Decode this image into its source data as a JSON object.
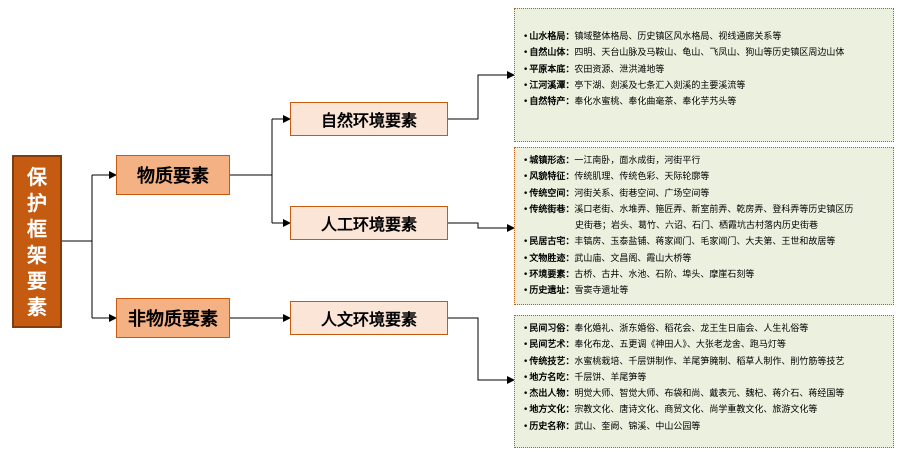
{
  "root": {
    "chars": [
      "保",
      "护",
      "框",
      "架",
      "要",
      "素"
    ]
  },
  "level1": {
    "material": "物质要素",
    "immaterial": "非物质要素"
  },
  "level2": {
    "natural": "自然环境要素",
    "artificial": "人工环境要素",
    "humanistic": "人文环境要素"
  },
  "boxes": {
    "natural": [
      {
        "key": "山水格局：",
        "text": "镇域整体格局、历史镇区风水格局、视线通廊关系等"
      },
      {
        "key": "自然山体：",
        "text": "四明、天台山脉及马鞍山、龟山、飞凤山、狗山等历史镇区周边山体"
      },
      {
        "key": "平原本底：",
        "text": "农田资源、泄洪滩地等"
      },
      {
        "key": "江河溪潭：",
        "text": "亭下湖、剡溪及七条汇入剡溪的主要溪流等"
      },
      {
        "key": "自然特产：",
        "text": "奉化水蜜桃、奉化曲毫茶、奉化芋艿头等"
      }
    ],
    "artificial": [
      {
        "key": "城镇形态：",
        "text": "一江南卧，面水成街，河街平行"
      },
      {
        "key": "风貌特征：",
        "text": "传统肌理、传统色彩、天际轮廓等"
      },
      {
        "key": "传统空间：",
        "text": "河街关系、街巷空间、广场空间等"
      },
      {
        "key": "传统街巷：",
        "text": "溪口老街、水堆弄、箍匠弄、新室前弄、乾房弄、登科弄等历史镇区历"
      },
      {
        "key": "",
        "text": "史街巷；岩头、葛竹、六诏、石门、栖霞坑古村落内历史街巷"
      },
      {
        "key": "民居古宅：",
        "text": "丰镐房、玉泰盐铺、蒋家阊门、毛家阊门、大夫第、王世和故居等"
      },
      {
        "key": "文物胜迹：",
        "text": "武山庙、文昌阁、霞山大桥等"
      },
      {
        "key": "环境要素：",
        "text": "古桥、古井、水池、石阶、埠头、摩崖石刻等"
      },
      {
        "key": "历史遗址：",
        "text": "雪窦寺遗址等"
      }
    ],
    "humanistic": [
      {
        "key": "民间习俗：",
        "text": "奉化婚礼、浙东婚俗、稻花会、龙王生日庙会、人生礼俗等"
      },
      {
        "key": "民间艺术：",
        "text": "奉化布龙、五更调《神田人》、大张老龙舍、跑马灯等"
      },
      {
        "key": "传统技艺：",
        "text": "水蜜桃栽培、千层饼制作、羊尾笋腌制、稻草人制作、削竹筋等技艺"
      },
      {
        "key": "地方名吃：",
        "text": "千层饼、羊尾笋等"
      },
      {
        "key": "杰出人物：",
        "text": "明觉大师、智觉大师、布袋和尚、戴表元、魏杞、蒋介石、蒋经国等"
      },
      {
        "key": "地方文化：",
        "text": "宗教文化、唐诗文化、商贸文化、尚学重教文化、旅游文化等"
      },
      {
        "key": "历史名称：",
        "text": "武山、奎阙、锦溪、中山公园等"
      }
    ]
  },
  "colors": {
    "root_fill": "#c55a11",
    "level1_fill": "#f4b183",
    "level2_fill": "#fbe5d6",
    "box_fill": "#ebf1de",
    "box_border": "#c55a11"
  }
}
